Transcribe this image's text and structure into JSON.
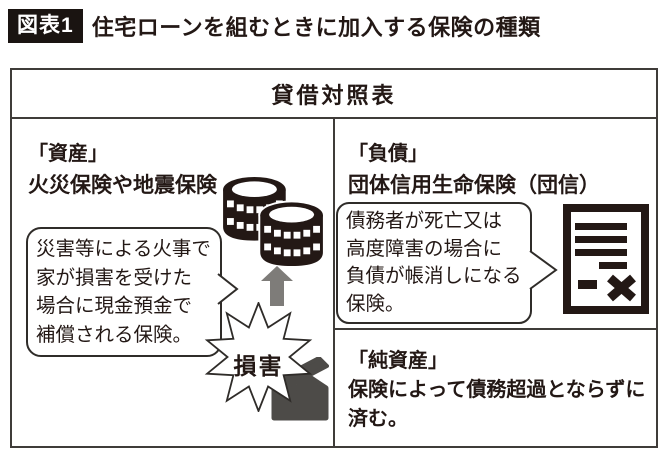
{
  "figure": {
    "label": "図表1",
    "title": "住宅ローンを組むときに加入する保険の種類"
  },
  "table": {
    "header": "貸借対照表",
    "asset": {
      "heading": "「資産」",
      "subheading": "火災保険や地震保険",
      "bubble": "災害等による火事で\n家が損害を受けた\n場合に現金預金で\n補償される保険。",
      "burst_label": "損害"
    },
    "liability": {
      "heading": "「負債」",
      "subheading": "団体信用生命保険（団信）",
      "bubble": "債務者が死亡又は\n高度障害の場合に\n負債が帳消しになる\n保険。"
    },
    "net_asset": {
      "heading": "「純資産」",
      "body": "保険によって債務超過とならずに\n済む。"
    }
  },
  "icons": {
    "coins": "coins-icon",
    "up_arrow": "up-arrow-icon",
    "damaged_house": "damaged-house-icon",
    "cancelled_contract": "contract-with-x-icon"
  },
  "colors": {
    "ink": "#231815",
    "line": "#3f3c39",
    "arrow_gray": "#7e7c79",
    "house_gray": "#4d4b48",
    "badge_bg": "#1a1411",
    "background": "#ffffff"
  }
}
